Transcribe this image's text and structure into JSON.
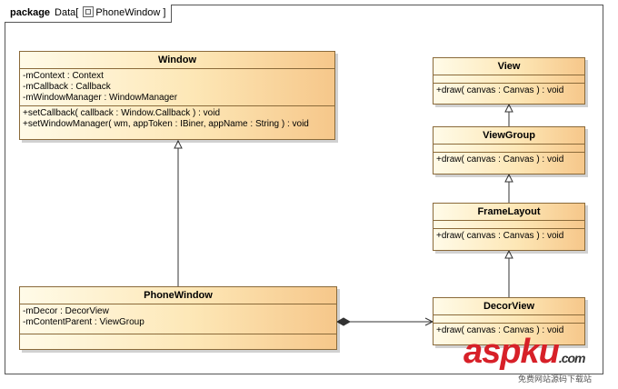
{
  "package": {
    "keyword": "package",
    "name": "Data",
    "open_bracket": "[",
    "diagram_name": "PhoneWindow",
    "close_bracket": "]"
  },
  "classes": {
    "window": {
      "name": "Window",
      "attributes": [
        "-mContext : Context",
        "-mCallback : Callback",
        "-mWindowManager : WindowManager"
      ],
      "operations": [
        "+setCallback( callback : Window.Callback ) : void",
        "+setWindowManager( wm, appToken : IBiner, appName : String ) : void"
      ]
    },
    "phone_window": {
      "name": "PhoneWindow",
      "attributes": [
        "-mDecor : DecorView",
        "-mContentParent : ViewGroup"
      ],
      "operations": []
    },
    "view": {
      "name": "View",
      "attributes": [],
      "operations": [
        "+draw( canvas : Canvas ) : void"
      ]
    },
    "view_group": {
      "name": "ViewGroup",
      "attributes": [],
      "operations": [
        "+draw( canvas : Canvas ) : void"
      ]
    },
    "frame_layout": {
      "name": "FrameLayout",
      "attributes": [],
      "operations": [
        "+draw( canvas : Canvas ) : void"
      ]
    },
    "decor_view": {
      "name": "DecorView",
      "attributes": [],
      "operations": [
        "+draw( canvas : Canvas ) : void"
      ]
    }
  },
  "watermark": {
    "logo_text": "aspku",
    "logo_suffix": ".com",
    "tagline": "免费网站源码下载站"
  },
  "colors": {
    "class_fill_light": "#fffbe8",
    "class_fill_dark": "#f6c78a",
    "class_border": "#8a6a3a",
    "watermark_red": "#d72028"
  }
}
